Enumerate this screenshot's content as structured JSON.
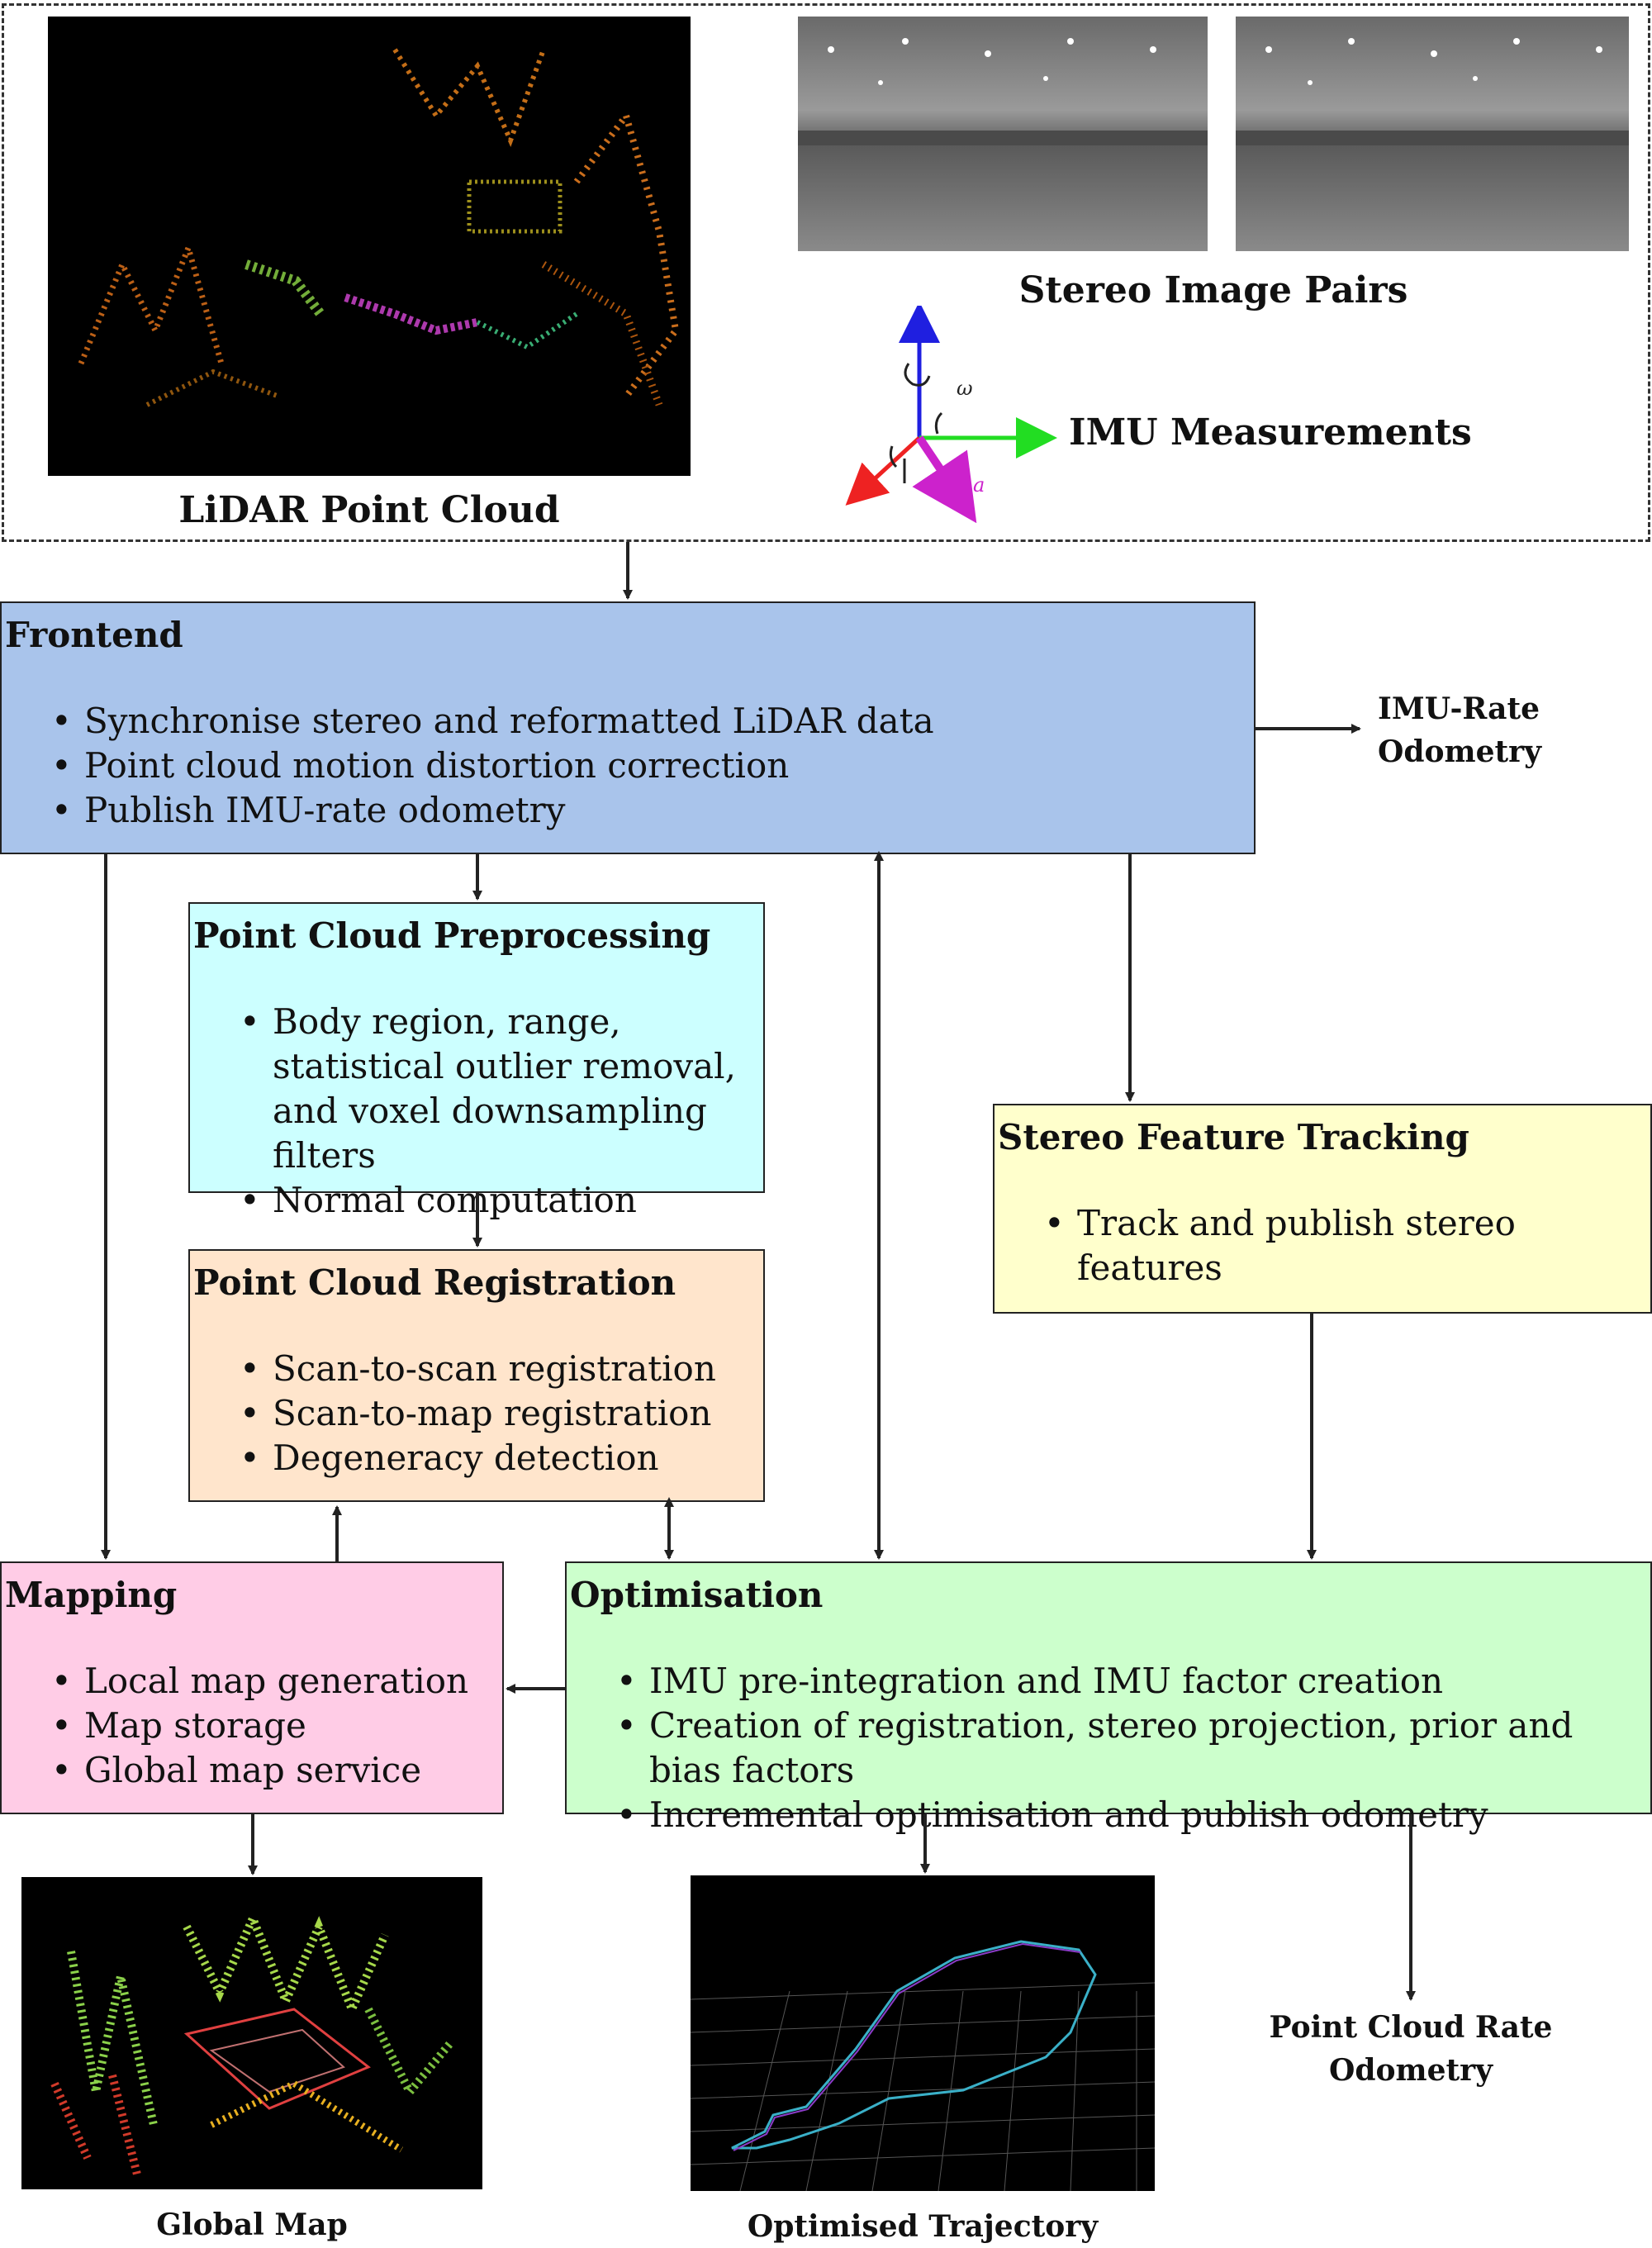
{
  "inputs": {
    "lidar_caption": "LiDAR Point Cloud",
    "stereo_caption": "Stereo Image Pairs",
    "imu_caption": "IMU Measurements",
    "imu_omega": "ω",
    "imu_a": "a"
  },
  "frontend": {
    "title": "Frontend",
    "items": [
      "Synchronise stereo and reformatted LiDAR data",
      "Point cloud motion distortion correction",
      "Publish IMU-rate odometry"
    ]
  },
  "imu_rate_output": {
    "line1": "IMU-Rate",
    "line2": "Odometry"
  },
  "preprocessing": {
    "title": "Point Cloud Preprocessing",
    "items": [
      "Body region, range, statistical outlier removal, and voxel downsampling filters",
      "Normal computation"
    ]
  },
  "registration": {
    "title": "Point Cloud Registration",
    "items": [
      "Scan-to-scan registration",
      "Scan-to-map registration",
      "Degeneracy detection"
    ]
  },
  "stereo_tracking": {
    "title": "Stereo Feature Tracking",
    "items": [
      "Track and publish stereo features"
    ]
  },
  "mapping": {
    "title": "Mapping",
    "items": [
      "Local map generation",
      "Map storage",
      "Global map service"
    ]
  },
  "optimisation": {
    "title": "Optimisation",
    "items": [
      "IMU pre-integration and IMU factor creation",
      "Creation of registration, stereo projection, prior and bias factors",
      "Incremental optimisation and publish odometry"
    ]
  },
  "outputs": {
    "global_map": "Global Map",
    "trajectory": "Optimised Trajectory",
    "pc_rate_line1": "Point Cloud Rate",
    "pc_rate_line2": "Odometry"
  },
  "colors": {
    "frontend": "#a9c4eb",
    "preprocessing": "#ccffff",
    "registration": "#ffe5cc",
    "stereo_tracking": "#ffffcc",
    "mapping": "#ffcce6",
    "optimisation": "#ccffcc"
  }
}
